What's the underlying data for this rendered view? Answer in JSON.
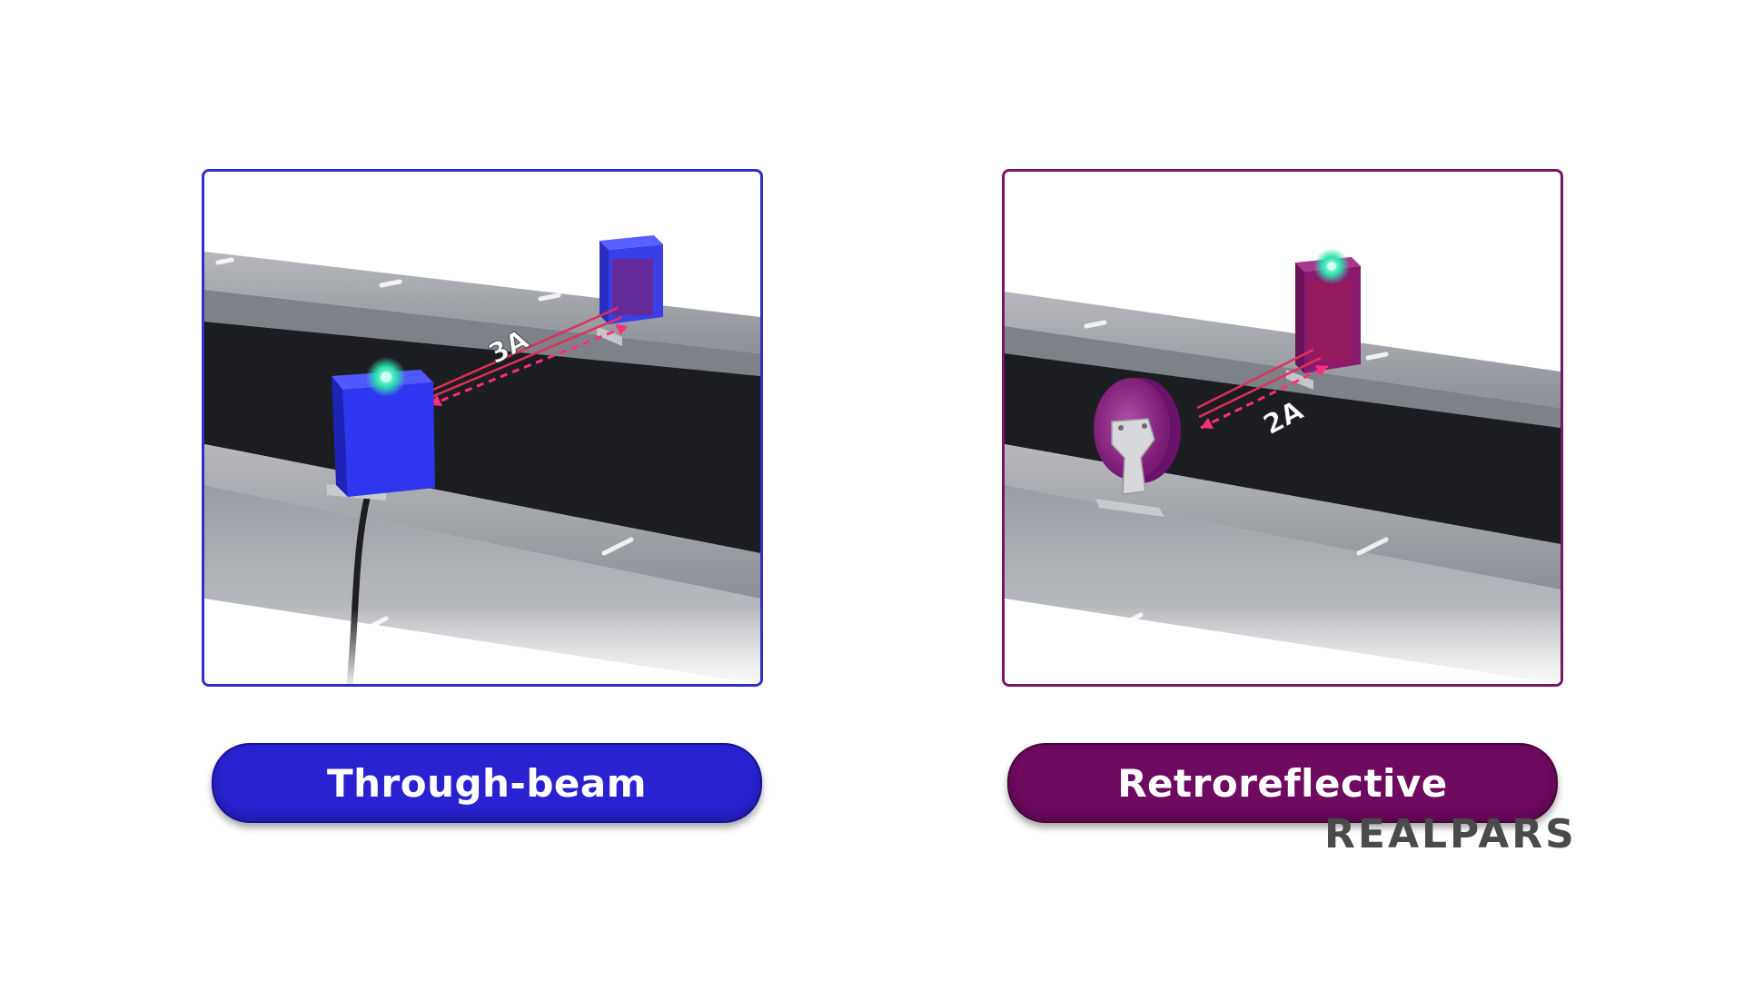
{
  "panels": [
    {
      "label": "Through-beam",
      "distance_label": "3A",
      "color": "#2a22d0"
    },
    {
      "label": "Retroreflective",
      "distance_label": "2A",
      "color": "#6e0a60"
    }
  ],
  "logo": "REALPARS"
}
